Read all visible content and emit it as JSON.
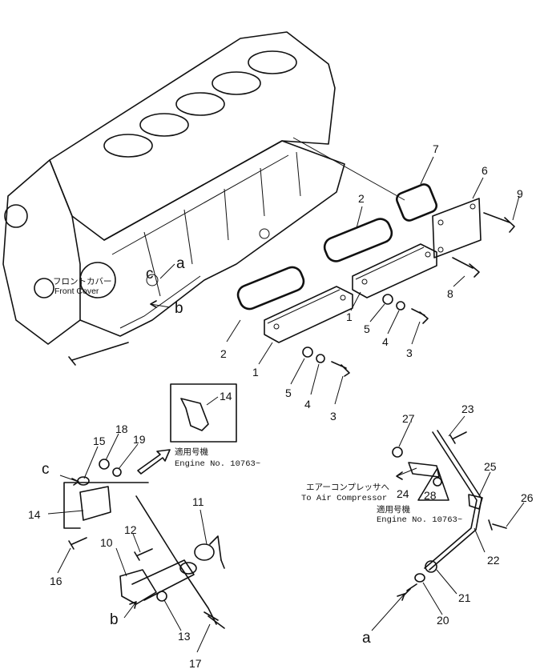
{
  "front_cover_label": {
    "jp": "フロントカバー",
    "en": "Front Cover"
  },
  "callouts": {
    "n1a": "1",
    "n1b": "1",
    "n2a": "2",
    "n2b": "2",
    "n3a": "3",
    "n3b": "3",
    "n4a": "4",
    "n4b": "4",
    "n5a": "5",
    "n5b": "5",
    "n6": "6",
    "n7": "7",
    "n8": "8",
    "n9": "9",
    "n10": "10",
    "n11": "11",
    "n12": "12",
    "n13": "13",
    "n14a": "14",
    "n14b": "14",
    "n15": "15",
    "n16": "16",
    "n17": "17",
    "n18": "18",
    "n19": "19",
    "n20": "20",
    "n21": "21",
    "n22": "22",
    "n23": "23",
    "n24": "24",
    "n25": "25",
    "n26": "26",
    "n27": "27",
    "n28": "28"
  },
  "letters": {
    "a_top": "a",
    "c_top": "c",
    "b_top": "b",
    "c_left": "c",
    "b_bottom": "b",
    "a_bottom": "a"
  },
  "serial_note_left": {
    "jp": "適用号機",
    "en": "Engine  No. 10763~"
  },
  "serial_note_right": {
    "jp": "適用号機",
    "en": "Engine  No. 10763~"
  },
  "air_compressor": {
    "jp": "エアーコンプレッサへ",
    "en": "To Air Compressor"
  }
}
